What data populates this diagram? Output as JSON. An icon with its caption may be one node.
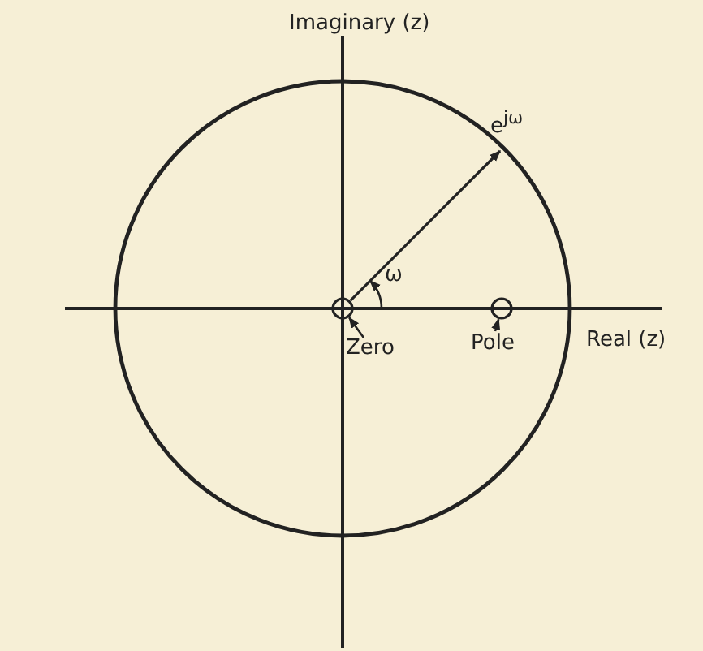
{
  "diagram": {
    "nodes": [
      {
        "text": [
          "Zero"
        ]
      },
      {
        "text": [],
        "shape": "circle"
      },
      {
        "text": [
          "Pole"
        ]
      },
      {
        "text": [],
        "shape": "circle"
      },
      {
        "text": [
          "e$^{jω}$"
        ]
      }
    ],
    "edges": [
      {
        "from": 0,
        "to": 1,
        "arrow": "to"
      },
      {
        "from": 2,
        "to": 3,
        "arrow": "to"
      },
      {
        "from": 1,
        "to": 4,
        "arrow": "to"
      }
    ],
    "labels": [
      "Imaginary (z)",
      "Real (z)",
      "ω"
    ]
  }
}
